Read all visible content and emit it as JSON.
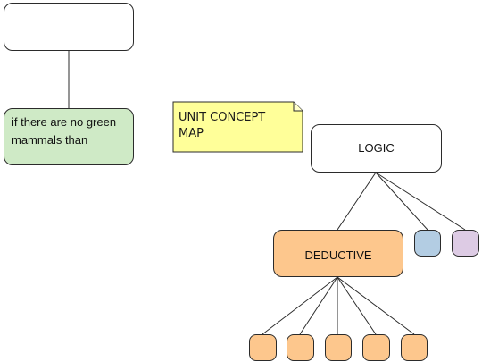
{
  "nodes": {
    "top_left_empty": {
      "label": ""
    },
    "green_question": {
      "label": "if there are no green mammals than"
    },
    "logic": {
      "label": "LOGIC"
    },
    "deductive": {
      "label": "DEDUCTIVE"
    },
    "blue_small": {
      "label": ""
    },
    "purple_small": {
      "label": ""
    },
    "orange_child_1": {
      "label": ""
    },
    "orange_child_2": {
      "label": ""
    },
    "orange_child_3": {
      "label": ""
    },
    "orange_child_4": {
      "label": ""
    },
    "orange_child_5": {
      "label": ""
    }
  },
  "note": {
    "text": "UNIT CONCEPT MAP"
  },
  "colors": {
    "green_fill": "#cfeac6",
    "orange_fill": "#fdc78d",
    "blue_fill": "#b3cde3",
    "purple_fill": "#ddcbe4",
    "note_fill": "#ffff99",
    "stroke": "#2b2b2b"
  }
}
